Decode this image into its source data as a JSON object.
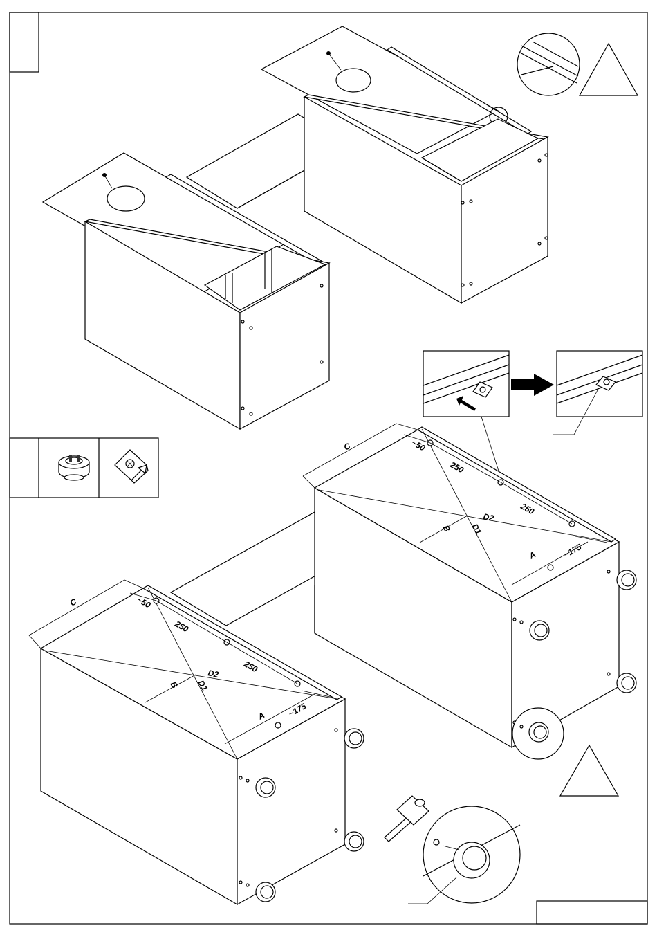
{
  "dimensions": {
    "left": {
      "c": "C",
      "d50": "~50",
      "d250a": "250",
      "d250b": "250",
      "d2": "D2",
      "d1": "D1",
      "b": "B",
      "a": "A",
      "d175": "~175"
    },
    "right": {
      "c": "C",
      "d50": "~50",
      "d250a": "250",
      "d250b": "250",
      "d2": "D2",
      "d1": "D1",
      "b": "B",
      "a": "A",
      "d175": "~175"
    }
  },
  "icons": [
    "caster-foot-icon",
    "corner-bracket-icon",
    "caution-triangle-icon",
    "mallet-icon",
    "arrow-right-icon",
    "screw-icon"
  ]
}
